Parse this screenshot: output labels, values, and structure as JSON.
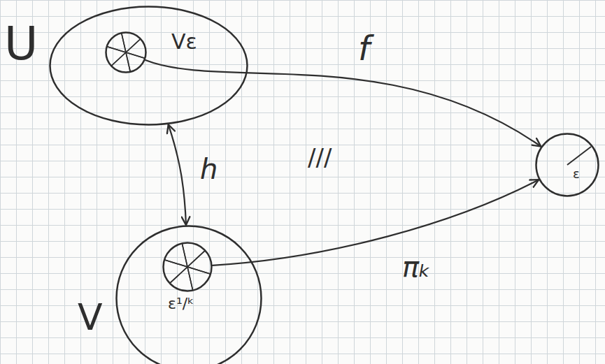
{
  "diagram": {
    "nodes": [
      {
        "text": [
          "U"
        ]
      },
      {
        "text": [
          "Vε"
        ],
        "in": 0
      },
      {
        "text": [
          "V"
        ]
      },
      {
        "text": [
          "ε¹/ᵏ"
        ],
        "in": 2
      },
      {
        "text": [
          "ε"
        ]
      }
    ],
    "edges": [
      {
        "from": 1,
        "to": 4,
        "label": "f",
        "arrow": "to"
      },
      {
        "from": 0,
        "to": 2,
        "label": "h",
        "arrow": "both"
      },
      {
        "from": 3,
        "to": 4,
        "label": "πₖ",
        "arrow": "to"
      }
    ],
    "labels": [
      "///"
    ]
  }
}
